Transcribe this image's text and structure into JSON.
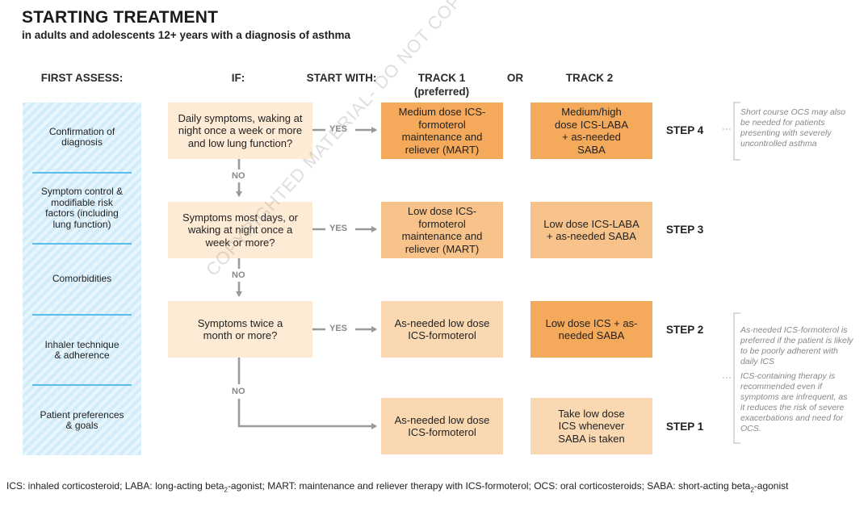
{
  "title": "STARTING TREATMENT",
  "subtitle": "in adults and adolescents 12+ years with a diagnosis of asthma",
  "headers": {
    "first_assess": "FIRST ASSESS:",
    "if": "IF:",
    "start_with": "START WITH:",
    "track1": "TRACK 1",
    "track1_sub": "(preferred)",
    "or": "OR",
    "track2": "TRACK 2"
  },
  "assess_items": [
    "Confirmation of diagnosis",
    "Symptom control & modifiable risk factors (including lung function)",
    "Comorbidities",
    "Inhaler technique & adherence",
    "Patient preferences & goals"
  ],
  "rows": [
    {
      "question": "Daily symptoms, waking at night once a week or more and low lung function?",
      "track1": "Medium dose ICS-formoterol maintenance and reliever (MART)",
      "track2": "Medium/high dose ICS-LABA + as-needed SABA",
      "step": "STEP 4"
    },
    {
      "question": "Symptoms most days, or waking at night once a week or more?",
      "track1": "Low dose ICS-formoterol maintenance and reliever (MART)",
      "track2": "Low dose ICS-LABA + as-needed SABA",
      "step": "STEP 3"
    },
    {
      "question": "Symptoms twice a month or more?",
      "track1": "As-needed low dose ICS-formoterol",
      "track2": "Low dose ICS + as-needed SABA",
      "step": "STEP 2"
    },
    {
      "track1": "As-needed low dose ICS-formoterol",
      "track2": "Take low dose ICS whenever SABA is taken",
      "step": "STEP 1"
    }
  ],
  "yes_label": "YES",
  "no_label": "NO",
  "notes": {
    "step4": "Short course OCS may also be needed for patients presenting with severely uncontrolled asthma",
    "step2a": "As-needed ICS-formoterol is preferred if the patient is likely to be poorly adherent with daily ICS",
    "step2b": "ICS-containing therapy is recommended even if symptoms are infrequent, as it reduces the risk of severe exacerbations and need for OCS."
  },
  "watermark": "COPYRIGHTED MATERIAL- DO NOT COPY OR DISTRIBUTE",
  "footnote": {
    "part1": "ICS: inhaled corticosteroid; LABA: long-acting beta",
    "sub": "2",
    "part2": "-agonist; MART: maintenance and reliever therapy with ICS-formoterol; OCS: oral corticosteroids; SABA: short-acting beta",
    "sub2": "2",
    "part3": "-agonist"
  },
  "colors": {
    "question_bg": "#fdebd6",
    "step4_bg": "#f5a95a",
    "step3_bg": "#f8c38b",
    "step2_track1_bg": "#fad8b2",
    "assess_stripe": "#d3ecfa",
    "separator": "#5bbdea",
    "arrow": "#999999"
  }
}
